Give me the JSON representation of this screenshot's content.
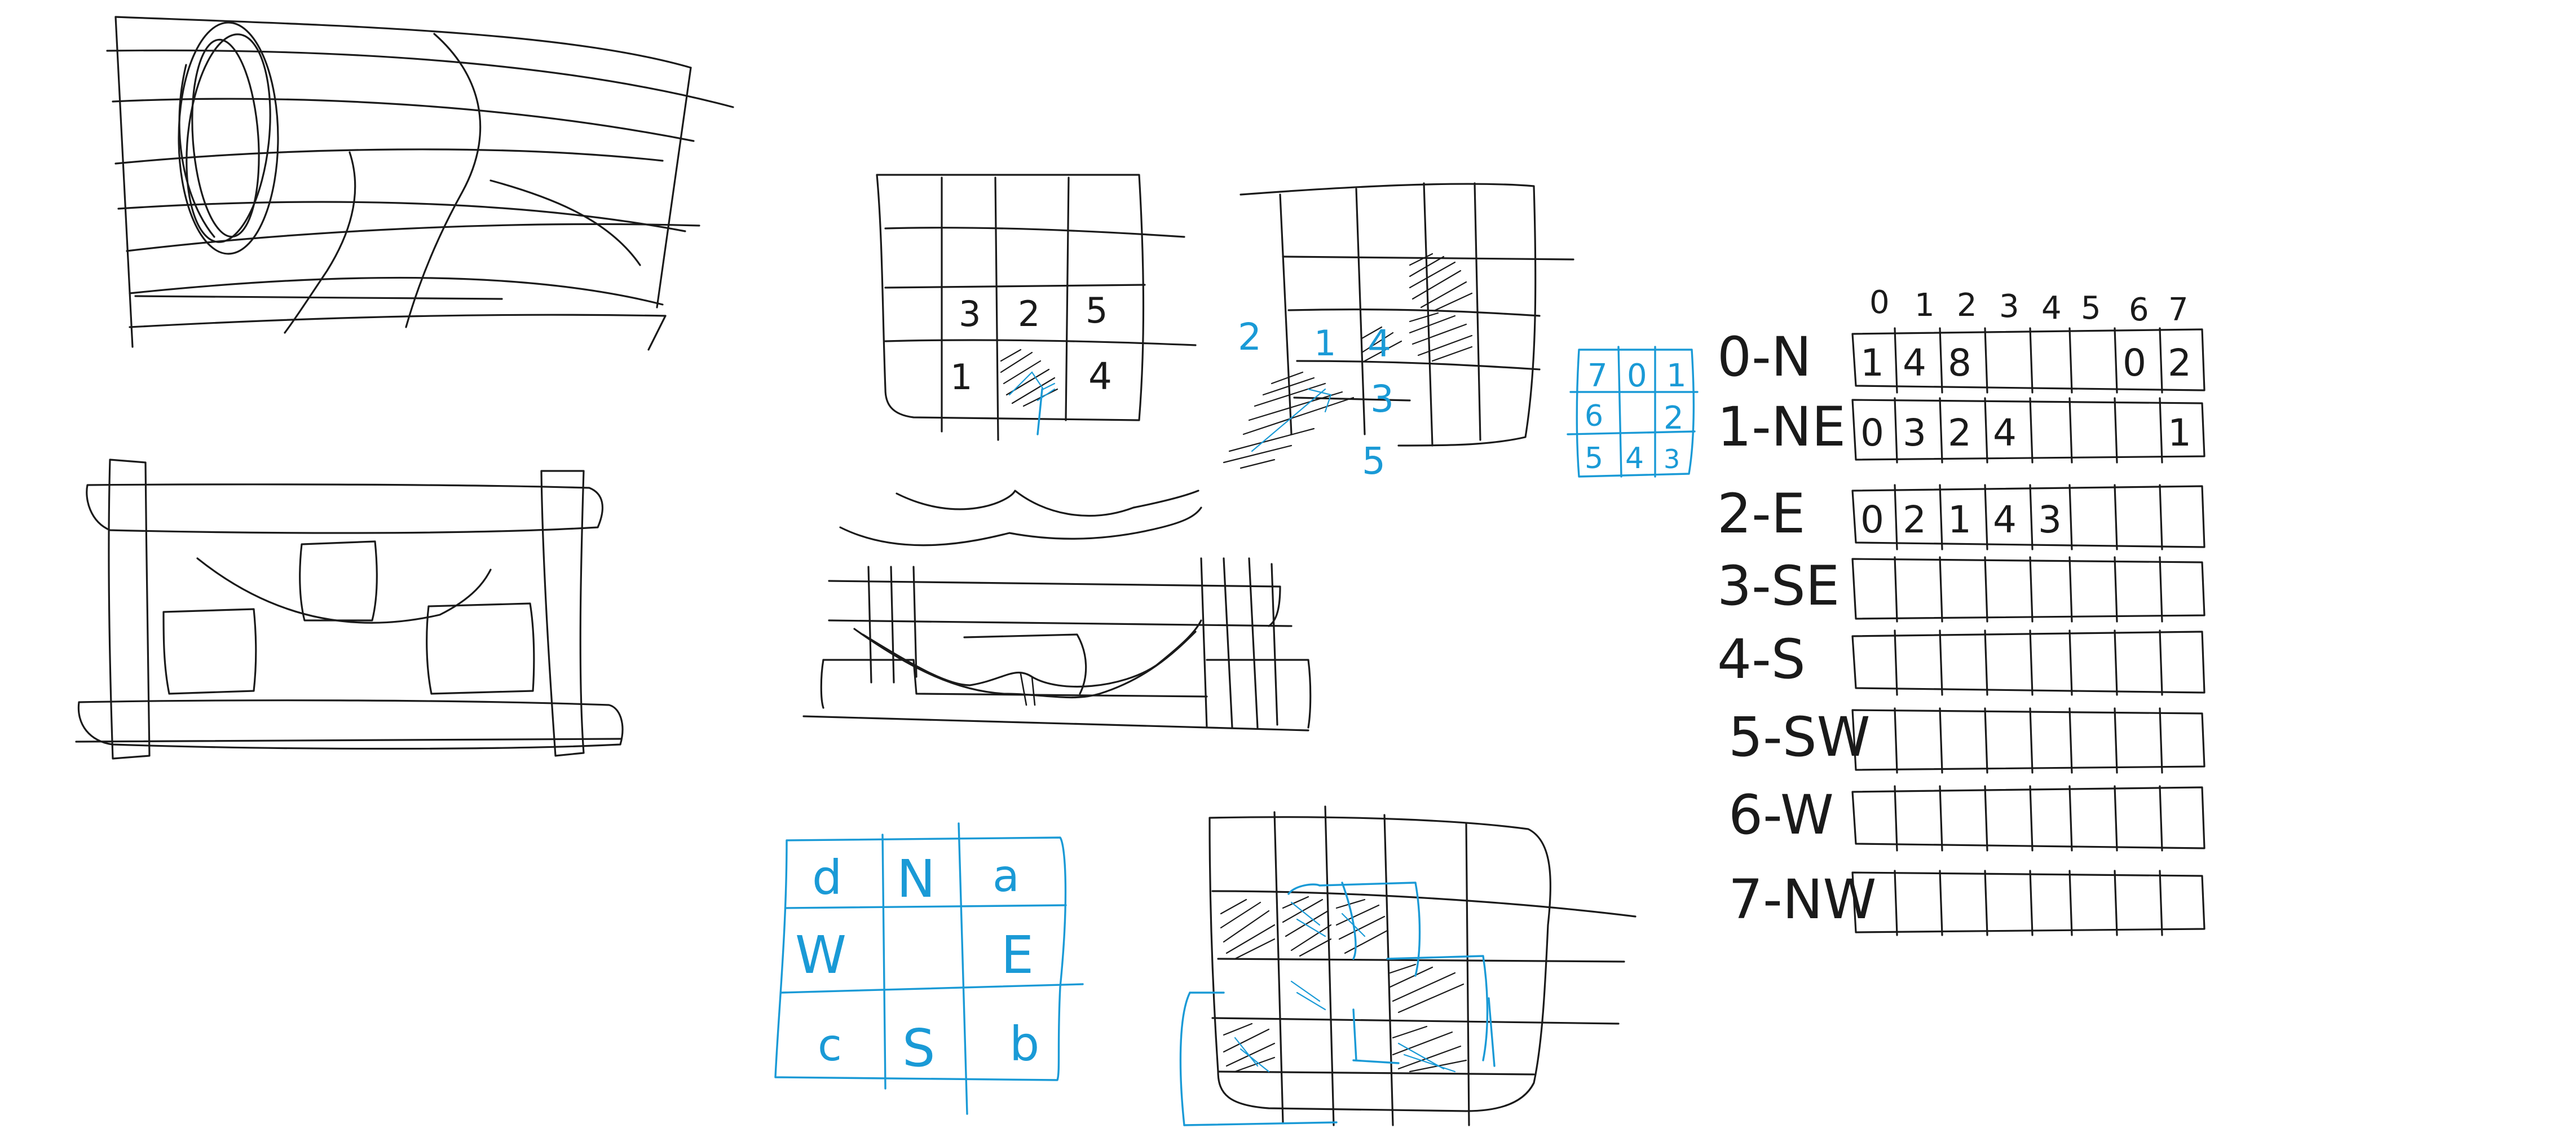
{
  "colors": {
    "ink": "#1a1a1a",
    "accent_blue": "#1a9ad6",
    "background": "#ffffff"
  },
  "grid_a": {
    "row2": [
      "3",
      "2",
      "5"
    ],
    "row3": [
      "1",
      "4"
    ]
  },
  "grid_b": {
    "labels": [
      "2",
      "1",
      "4",
      "3",
      "5"
    ]
  },
  "direction_key": {
    "row1": [
      "7",
      "0",
      "1"
    ],
    "row2": [
      "6",
      "2"
    ],
    "row3": [
      "5",
      "4",
      "3"
    ]
  },
  "compass_grid": {
    "row1": [
      "d",
      "N",
      "a"
    ],
    "row2": [
      "W",
      "E"
    ],
    "row3": [
      "c",
      "S",
      "b"
    ]
  },
  "lookup_table": {
    "column_headers": [
      "0",
      "1",
      "2",
      "3",
      "4",
      "5",
      "6",
      "7"
    ],
    "rows": [
      {
        "label": "0-N",
        "cells": [
          "1",
          "4",
          "8",
          "",
          "",
          "",
          "0",
          "2"
        ]
      },
      {
        "label": "1-NE",
        "cells": [
          "0",
          "3",
          "2",
          "4",
          "",
          "",
          "",
          "1"
        ]
      },
      {
        "label": "2-E",
        "cells": [
          "0",
          "2",
          "1",
          "4",
          "3",
          "",
          "",
          ""
        ]
      },
      {
        "label": "3-SE",
        "cells": [
          "",
          "",
          "",
          "",
          "",
          "",
          "",
          ""
        ]
      },
      {
        "label": "4-S",
        "cells": [
          "",
          "",
          "",
          "",
          "",
          "",
          "",
          ""
        ]
      },
      {
        "label": "5-SW",
        "cells": [
          "",
          "",
          "",
          "",
          "",
          "",
          "",
          ""
        ]
      },
      {
        "label": "6-W",
        "cells": [
          "",
          "",
          "",
          "",
          "",
          "",
          "",
          ""
        ]
      },
      {
        "label": "7-NW",
        "cells": [
          "",
          "",
          "",
          "",
          "",
          "",
          "",
          ""
        ]
      }
    ]
  }
}
